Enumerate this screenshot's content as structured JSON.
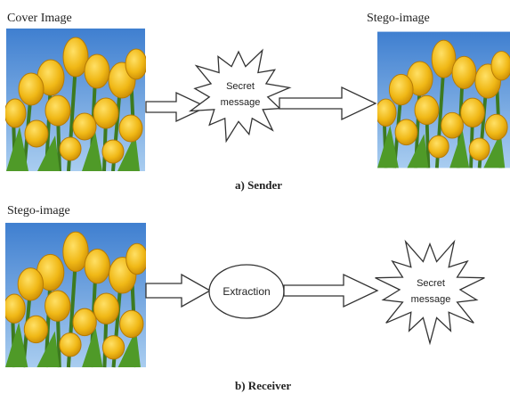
{
  "sender": {
    "cover_label": "Cover Image",
    "stego_label": "Stego-image",
    "burst_line1": "Secret",
    "burst_line2": "message",
    "caption": "a)  Sender"
  },
  "receiver": {
    "stego_label": "Stego-image",
    "process_label": "Extraction",
    "burst_line1": "Secret",
    "burst_line2": "message",
    "caption": "b)  Receiver"
  },
  "colors": {
    "sky_top": "#3f7fd0",
    "sky_bottom": "#a9cdf0",
    "petal": "#f0b816",
    "petal_dark": "#c98a05",
    "stem": "#3d7a1f",
    "outline": "#333333"
  }
}
